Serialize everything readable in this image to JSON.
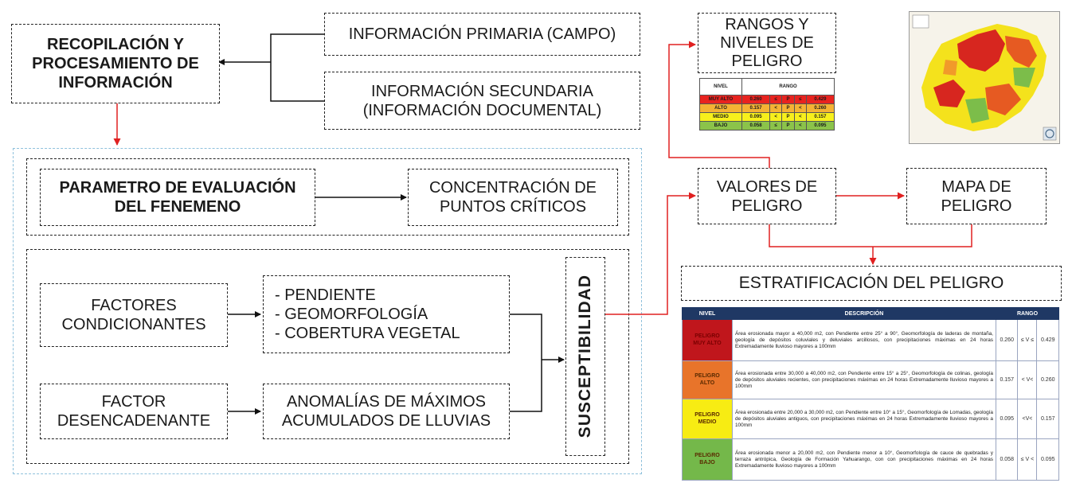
{
  "boxes": {
    "recopilacion": "RECOPILACIÓN Y\nPROCESAMIENTO DE\nINFORMACIÓN",
    "primaria": "INFORMACIÓN PRIMARIA (CAMPO)",
    "secundaria": "INFORMACIÓN SECUNDARIA\n(INFORMACIÓN DOCUMENTAL)",
    "parametro": "PARAMETRO DE EVALUACIÓN\nDEL FENEMENO",
    "concentracion": "CONCENTRACIÓN DE\nPUNTOS CRÍTICOS",
    "condicionantes": "FACTORES\nCONDICIONANTES",
    "condicionantes_list": "- PENDIENTE\n- GEOMORFOLOGÍA\n- COBERTURA VEGETAL",
    "desencadenante": "FACTOR\nDESENCADENANTE",
    "anomalias": "ANOMALÍAS DE MÁXIMOS\nACUMULADOS DE LLUVIAS",
    "susceptibilidad": "SUSCEPTIBILIDAD",
    "rangos": "RANGOS Y\nNIVELES DE\nPELIGRO",
    "valores": "VALORES DE\nPELIGRO",
    "mapa": "MAPA DE\nPELIGRO",
    "estratificacion": "ESTRATIFICACIÓN DEL PELIGRO"
  },
  "range_table": {
    "headers": [
      "NIVEL",
      "RANGO"
    ],
    "rows": [
      {
        "nivel": "MUY ALTO",
        "low": "0.260",
        "op1": "≤",
        "p": "P",
        "op2": "≤",
        "high": "0.429",
        "color": "#e8231f"
      },
      {
        "nivel": "ALTO",
        "low": "0.157",
        "op1": "<",
        "p": "P",
        "op2": "<",
        "high": "0.260",
        "color": "#f4b234"
      },
      {
        "nivel": "MEDIO",
        "low": "0.095",
        "op1": "<",
        "p": "P",
        "op2": "<",
        "high": "0.157",
        "color": "#f7f01c"
      },
      {
        "nivel": "BAJO",
        "low": "0.058",
        "op1": "≤",
        "p": "P",
        "op2": "<",
        "high": "0.095",
        "color": "#8bc34a"
      }
    ]
  },
  "strat_table": {
    "headers": [
      "NIVEL",
      "DESCRIPCIÓN",
      "RANGO"
    ],
    "rows": [
      {
        "nivel": "PELIGRO\nMUY ALTO",
        "color": "#c0161c",
        "desc": "Área erosionada mayor a 40,000 m2, con Pendiente entre 25° a 90°, Geomorfología de laderas de montaña, geología de depósitos coluviales y deluviales arcillosos, con precipitaciones máximas en 24 horas Extremadamente lluvioso mayores a 100mm",
        "low": "0.260",
        "op": "≤ V ≤",
        "high": "0.429"
      },
      {
        "nivel": "PELIGRO\nALTO",
        "color": "#e8742a",
        "desc": "Área erosionada entre 30,000 a 40,000 m2, con Pendiente entre 15° a 25°, Geomorfología de colinas, geología de depósitos aluviales recientes, con precipitaciones máximas en 24 horas Extremadamente lluvioso mayores a 100mm",
        "low": "0.157",
        "op": "< V<",
        "high": "0.260"
      },
      {
        "nivel": "PELIGRO\nMEDIO",
        "color": "#f7ec13",
        "desc": "Área erosionada entre 20,000 a 30,000 m2, con Pendiente entre 10° a 15°, Geomorfología de Lomadas, geología de depósitos aluviales antiguos, con precipitaciones máximas en 24 horas Extremadamente lluvioso mayores a 100mm",
        "low": "0.095",
        "op": "<V<",
        "high": "0.157"
      },
      {
        "nivel": "PELIGRO\nBAJO",
        "color": "#74b84a",
        "desc": "Área erosionada menor a 20,000 m2, con Pendiente menor a 10°, Geomorfología de cauce de quebradas y terraza antrópica, Geología de Formación Yahuarango, con con precipitaciones máximas en 24 horas Extremadamente lluvioso mayores a 100mm",
        "low": "0.058",
        "op": "≤ V <",
        "high": "0.095"
      }
    ]
  },
  "colors": {
    "arrow_red": "#e02020",
    "arrow_black": "#111111",
    "outer_border": "#8fc1dc"
  }
}
